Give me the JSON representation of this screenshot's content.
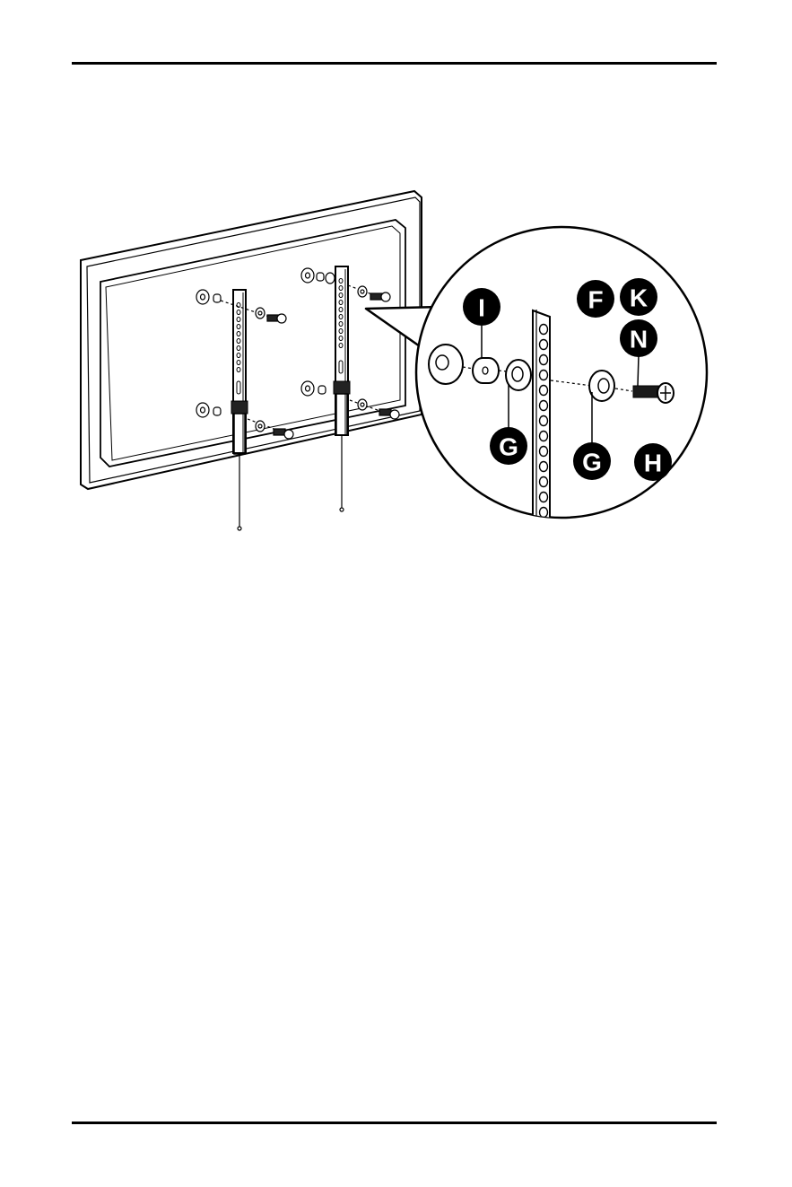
{
  "figure": {
    "callouts": [
      {
        "id": "I",
        "letter": "I"
      },
      {
        "id": "F",
        "letter": "F"
      },
      {
        "id": "K",
        "letter": "K"
      },
      {
        "id": "N",
        "letter": "N"
      },
      {
        "id": "G1",
        "letter": "G"
      },
      {
        "id": "G2",
        "letter": "G"
      },
      {
        "id": "H",
        "letter": "H"
      }
    ]
  },
  "colors": {
    "line": "#000000",
    "paper": "#ffffff",
    "badge": "#000000"
  }
}
